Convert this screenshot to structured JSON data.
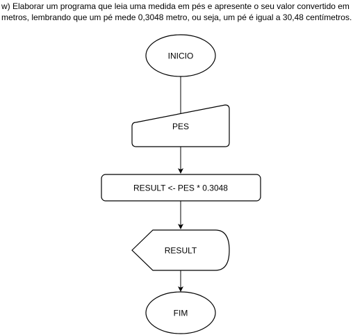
{
  "task": {
    "text": "w) Elaborar um programa que leia uma medida em pés e apresente o seu valor convertido em metros, lembrando que um pé mede 0,3048 metro, ou seja, um pé é igual a 30,48 centímetros."
  },
  "flowchart": {
    "nodes": [
      {
        "id": "start",
        "kind": "terminator",
        "label": "INICIO"
      },
      {
        "id": "input",
        "kind": "manual-input",
        "label": "PES"
      },
      {
        "id": "process",
        "kind": "process",
        "label": "RESULT <- PES * 0.3048"
      },
      {
        "id": "output",
        "kind": "display",
        "label": "RESULT"
      },
      {
        "id": "end",
        "kind": "terminator",
        "label": "FIM"
      }
    ],
    "edges": [
      {
        "from": "start",
        "to": "input"
      },
      {
        "from": "input",
        "to": "process"
      },
      {
        "from": "process",
        "to": "output"
      },
      {
        "from": "output",
        "to": "end"
      }
    ]
  },
  "colors": {
    "stroke": "#000000",
    "fill": "#ffffff",
    "background": "#ffffff"
  }
}
